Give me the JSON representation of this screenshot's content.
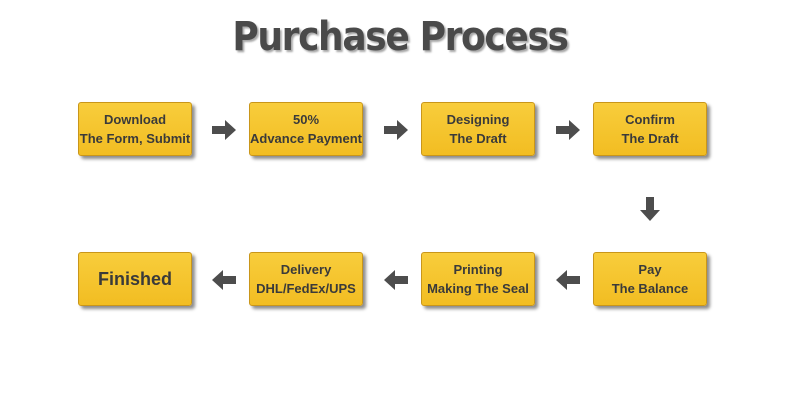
{
  "title": "Purchase Process",
  "steps": [
    {
      "line1": "Download",
      "line2": "The Form, Submit"
    },
    {
      "line1": "50%",
      "line2": "Advance Payment"
    },
    {
      "line1": "Designing",
      "line2": "The Draft"
    },
    {
      "line1": "Confirm",
      "line2": "The Draft"
    },
    {
      "line1": "Pay",
      "line2": "The Balance"
    },
    {
      "line1": "Printing",
      "line2": "Making The Seal"
    },
    {
      "line1": "Delivery",
      "line2": "DHL/FedEx/UPS"
    },
    {
      "line1": "Finished",
      "line2": ""
    }
  ],
  "colors": {
    "box_fill": "#f5c42c",
    "box_border": "#c9961a",
    "text": "#3a3a3a",
    "arrow": "#4d4d4d",
    "title": "#4a4a4a"
  },
  "icons": {
    "flow_arrow": "arrow-icon"
  }
}
